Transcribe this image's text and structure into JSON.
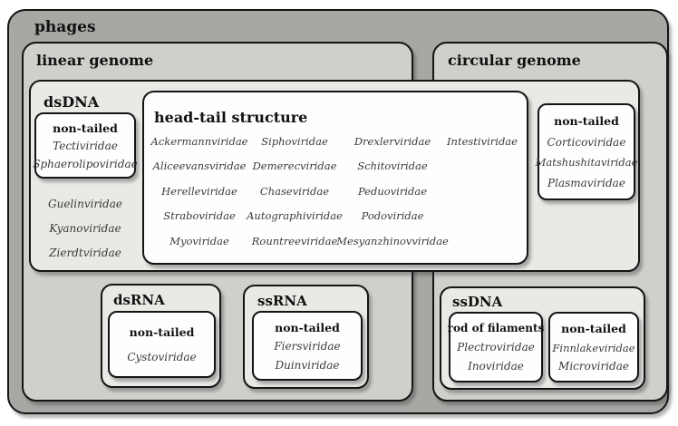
{
  "diagram": {
    "title": "phages",
    "linear_genome": {
      "label": "linear genome"
    },
    "circular_genome": {
      "label": "circular genome"
    },
    "dsdna": {
      "label": "dsDNA",
      "non_tailed_linear": {
        "label": "non-tailed",
        "families": [
          "Tectiviridae",
          "Sphaerolipoviridae"
        ]
      },
      "other_families": [
        "Guelinviridae",
        "Kyanoviridae",
        "Zierdtviridae"
      ],
      "head_tail": {
        "label": "head-tail structure",
        "columns": [
          [
            "Ackermannviridae",
            "Aliceevansviridae",
            "Herelleviridae",
            "Straboviridae",
            "Myoviridae"
          ],
          [
            "Siphoviridae",
            "Demerecviridae",
            "Chaseviridae",
            "Autographiviridae",
            "Rountreeviridae"
          ],
          [
            "Drexlerviridae",
            "Schitoviridae",
            "Peduoviridae",
            "Podoviridae",
            "Mesyanzhinovviridae"
          ],
          [
            "Intestiviridae"
          ]
        ]
      },
      "non_tailed_circular": {
        "label": "non-tailed",
        "families": [
          "Corticoviridae",
          "Matshushitaviridae",
          "Plasmaviridae"
        ]
      }
    },
    "dsrna": {
      "label": "dsRNA",
      "non_tailed": {
        "label": "non-tailed",
        "families": [
          "Cystoviridae"
        ]
      }
    },
    "ssrna": {
      "label": "ssRNA",
      "non_tailed": {
        "label": "non-tailed",
        "families": [
          "Fiersviridae",
          "Duinviridae"
        ]
      }
    },
    "ssdna": {
      "label": "ssDNA",
      "rod_of_filaments": {
        "label": "rod of filaments",
        "families": [
          "Plectroviridae",
          "Inoviridae"
        ]
      },
      "non_tailed": {
        "label": "non-tailed",
        "families": [
          "Finnlakeviridae",
          "Microviridae"
        ]
      }
    },
    "colors": {
      "outer_fill": "#a7a7a4",
      "genome_fill": "#cfcfcc",
      "group_fill": "#e9e9e6",
      "leaf_fill": "#fefefe",
      "border": "#141414"
    }
  }
}
